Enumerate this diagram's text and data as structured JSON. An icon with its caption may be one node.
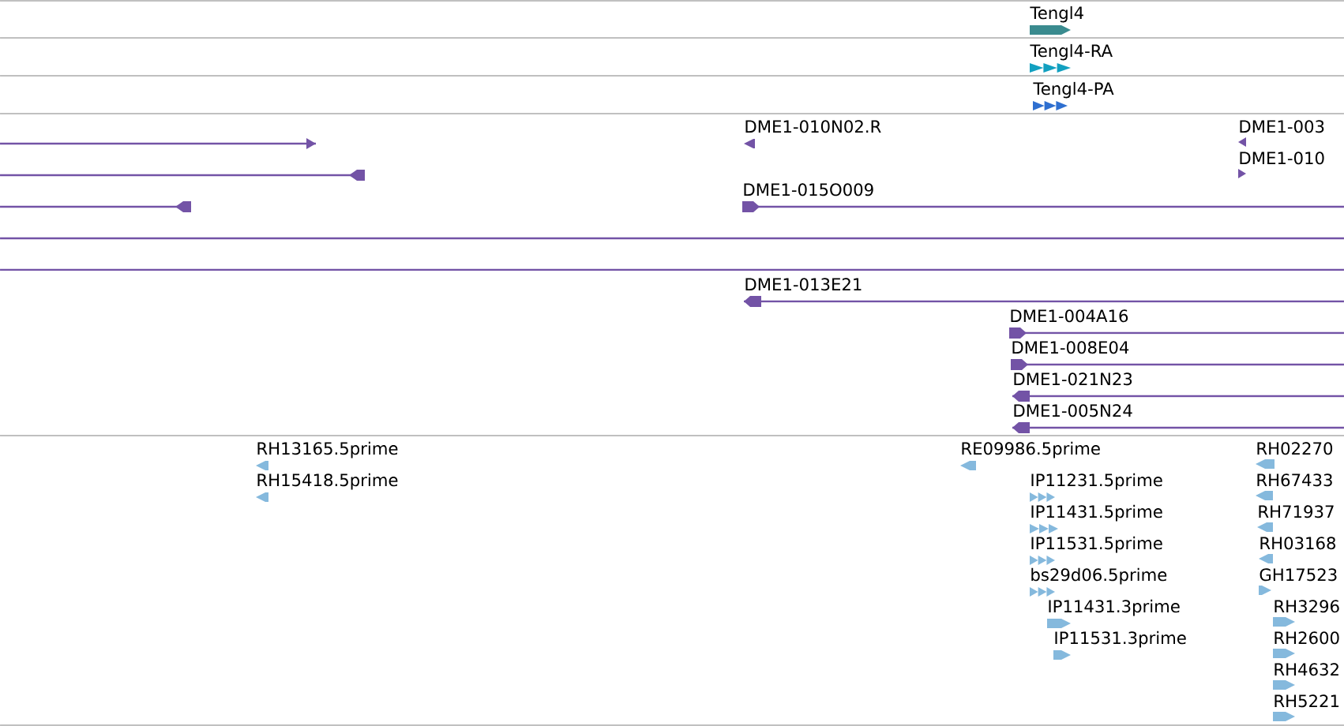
{
  "diagram": {
    "nodes": [
      {
        "text": [
          "Tengl4"
        ]
      },
      {
        "text": [
          "Tengl4-RA"
        ]
      },
      {
        "text": [
          "Tengl4-PA"
        ]
      },
      {
        "text": [],
        "shape": "bar"
      },
      {
        "text": [],
        "shape": "bar"
      },
      {
        "text": [],
        "shape": "bar"
      },
      {
        "text": [],
        "shape": "bar"
      },
      {
        "text": [],
        "shape": "bar"
      },
      {
        "text": [
          "DME1-010N02.R"
        ]
      },
      {
        "text": [
          "DME1-003"
        ]
      },
      {
        "text": [
          "DME1-010"
        ]
      },
      {
        "text": [
          "DME1-015O009"
        ]
      },
      {
        "text": [
          "DME1-013E21"
        ]
      },
      {
        "text": [
          "DME1-004A16"
        ]
      },
      {
        "text": [
          "DME1-008E04"
        ]
      },
      {
        "text": [
          "DME1-021N23"
        ]
      },
      {
        "text": [
          "DME1-005N24"
        ]
      },
      {
        "text": [
          "RH13165.5prime"
        ]
      },
      {
        "text": [
          "RH15418.5prime"
        ]
      },
      {
        "text": [
          "RE09986.5prime"
        ]
      },
      {
        "text": [
          "IP11231.5prime"
        ]
      },
      {
        "text": [
          "IP11431.5prime"
        ]
      },
      {
        "text": [
          "IP11531.5prime"
        ]
      },
      {
        "text": [
          "bs29d06.5prime"
        ]
      },
      {
        "text": [
          "IP11431.3prime"
        ]
      },
      {
        "text": [
          "IP11531.3prime"
        ]
      },
      {
        "text": [
          "RH02270"
        ]
      },
      {
        "text": [
          "RH67433"
        ]
      },
      {
        "text": [
          "RH71937"
        ]
      },
      {
        "text": [
          "RH03168"
        ]
      },
      {
        "text": [
          "GH17523"
        ]
      },
      {
        "text": [
          "RH3296"
        ]
      },
      {
        "text": [
          "RH2600"
        ]
      },
      {
        "text": [
          "RH4632"
        ]
      },
      {
        "text": [
          "RH5221"
        ]
      }
    ]
  }
}
